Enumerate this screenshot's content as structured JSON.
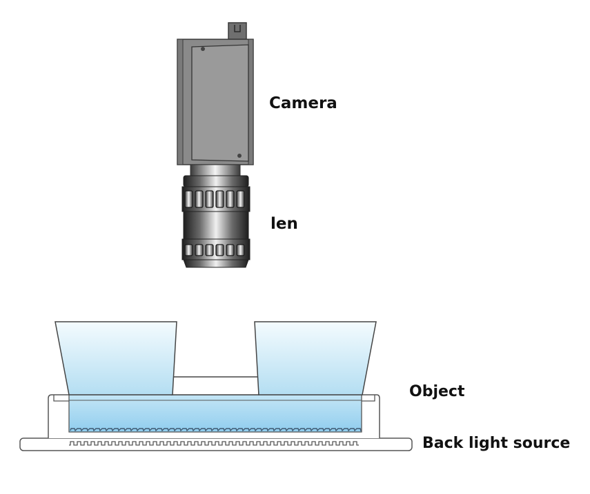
{
  "diagram": {
    "type": "machine-vision-backlight-setup",
    "labels": {
      "camera": "Camera",
      "lens": "len",
      "object": "Object",
      "backlight": "Back light source"
    },
    "colors": {
      "outline": "#3a3a3a",
      "camera_body": "#8a8a8a",
      "camera_panel": "#9a9a9a",
      "lens_dark": "#2a2a2a",
      "lens_light": "#e8e8e8",
      "light_top": "#f4fbfe",
      "light_bottom": "#a6d8f0",
      "background": "#ffffff"
    },
    "components": [
      {
        "id": "camera",
        "name": "Camera"
      },
      {
        "id": "lens",
        "name": "len"
      },
      {
        "id": "object",
        "name": "Object"
      },
      {
        "id": "backlight",
        "name": "Back light source"
      }
    ]
  }
}
